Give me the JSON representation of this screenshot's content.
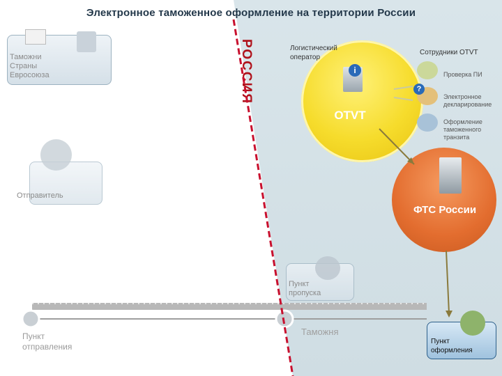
{
  "title": "Электронное таможенное оформление на территории России",
  "border_label": "РОССИЯ",
  "eu_customs": "Таможни Страны Евросоюза",
  "logistics_operator": "Логистический оператор",
  "otvt_staff": "Сотрудники ОТVТ",
  "staff_roles": [
    "Проверка ПИ",
    "Электронное декларирование",
    "Оформление таможенного транзита"
  ],
  "otvt_label": "OTVT",
  "sender": "Отправитель",
  "fts": "ФТС России",
  "checkpoint": "Пункт пропуска",
  "departure": "Пункт отправления",
  "customs": "Таможня",
  "clearance": "Пункт оформления",
  "colors": {
    "border_red": "#c8102e",
    "yellow": "#f6dc2c",
    "orange": "#e36d2f",
    "arrow": "#8a7a3c"
  }
}
